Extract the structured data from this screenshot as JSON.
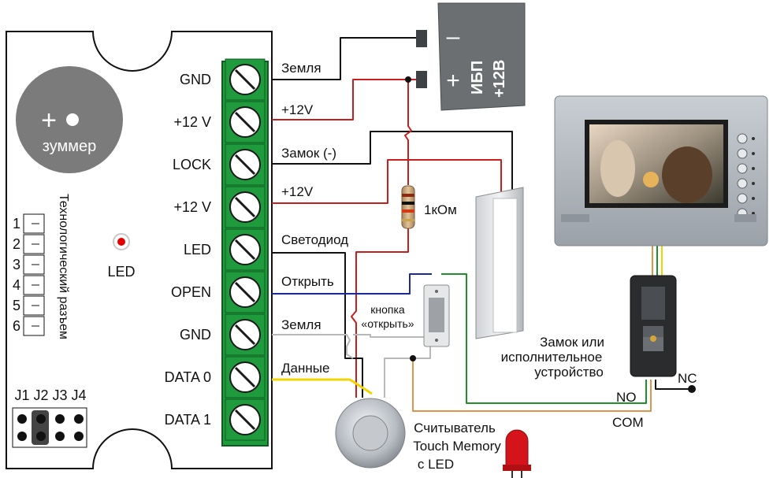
{
  "controller": {
    "buzzer_sign": "+",
    "buzzer_label": "зуммер",
    "led_label": "LED",
    "connector_label": "Технологический разъем",
    "connector_pins": [
      "1",
      "2",
      "3",
      "4",
      "5",
      "6"
    ],
    "jumper_labels": [
      "J1",
      "J2",
      "J3",
      "J4"
    ],
    "terminals": [
      "GND",
      "+12 V",
      "LOCK",
      "+12 V",
      "LED",
      "OPEN",
      "GND",
      "DATA 0",
      "DATA 1"
    ]
  },
  "wires": {
    "ground": "Земля",
    "plus12_a": "+12V",
    "lock_minus": "Замок (-)",
    "plus12_b": "+12V",
    "led_wire": "Светодиод",
    "open_wire": "Открыть",
    "ground2": "Земля",
    "data_wire": "Данные"
  },
  "psu": {
    "minus": "–",
    "plus": "+",
    "name": "ИБП",
    "voltage": "+12В"
  },
  "resistor": {
    "label": "1кОм"
  },
  "button": {
    "line1": "кнопка",
    "line2": "«открыть»"
  },
  "lock": {
    "line1": "Замок или",
    "line2": "исполнительное",
    "line3": "устройство"
  },
  "intercom": {
    "no": "NO",
    "nc": "NC",
    "com": "COM"
  },
  "reader": {
    "line1": "Считыватель",
    "line2": "Touch Memory",
    "line3": "с LED"
  },
  "colors": {
    "board_green": "#1f9a3c",
    "red_wire": "#c81e1e",
    "blue_wire": "#1a2a9e",
    "yellow_wire": "#f2d400",
    "green_wire": "#1e8f2a",
    "orange_wire": "#e0944a",
    "gray_wire": "#b8b8b8",
    "psu_body": "#6b6f72"
  }
}
